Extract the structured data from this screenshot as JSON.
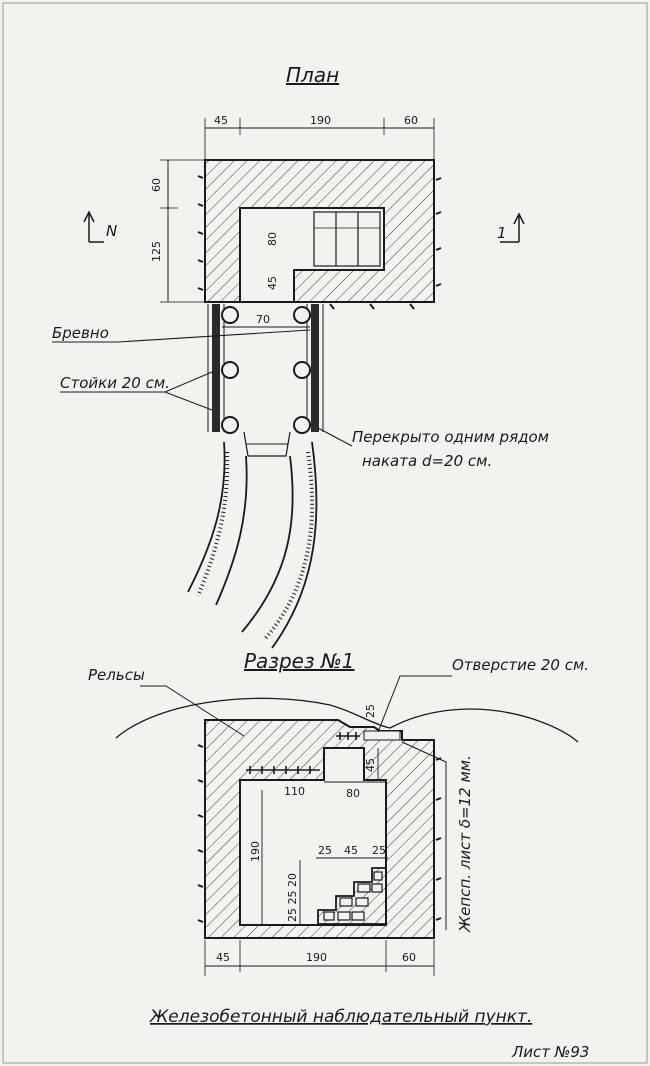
{
  "colors": {
    "paper": "#f3f2ee",
    "ink": "#1a1a1a",
    "concrete_hatch": "#2a2a2a"
  },
  "plan": {
    "title": "План",
    "north_label": "N",
    "section_marker": "1",
    "dims_top": [
      "45",
      "190",
      "60"
    ],
    "dims_left": [
      "60",
      "125"
    ],
    "dim_80": "80",
    "dim_45": "45",
    "dim_70": "70",
    "label_logs": "Бревно",
    "label_posts": "Стойки 20 см.",
    "label_cover_line1": "Перекрыто одним рядом",
    "label_cover_line2": "наката  d=20 см."
  },
  "section": {
    "title": "Разрез №1",
    "label_rails": "Рельсы",
    "label_opening": "Отверстие 20 см.",
    "label_sheet_steel": "Жепсп. лист δ=12 мм.",
    "dim_25_top": "25",
    "dim_45_right": "45",
    "dim_110": "110",
    "dim_80": "80",
    "dim_190": "190",
    "dim_25_a": "25",
    "dim_45_mid": "45",
    "dim_25_b": "25",
    "dim_stack": "25 25 20",
    "dims_bottom": [
      "45",
      "190",
      "60"
    ]
  },
  "footer": {
    "caption": "Железобетонный наблюдательный пункт.",
    "sheet_no": "Лист №93"
  }
}
